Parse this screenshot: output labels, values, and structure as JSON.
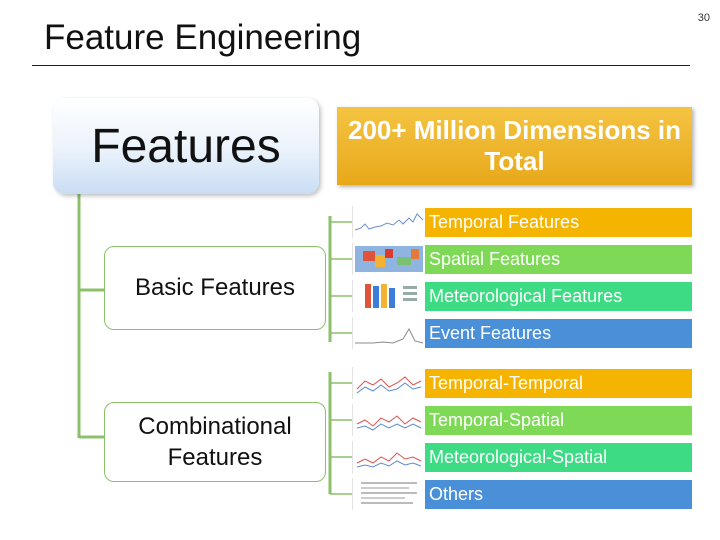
{
  "header": {
    "title": "Feature Engineering",
    "page_number": "30"
  },
  "top": {
    "features_label": "Features",
    "dimensions_text": "200+ Million Dimensions in Total"
  },
  "groups": [
    {
      "label": "Basic Features",
      "items": [
        {
          "label": "Temporal Features",
          "color": "#f4b400",
          "icon": "line-chart-thumbnail"
        },
        {
          "label": "Spatial Features",
          "color": "#7ed957",
          "icon": "heatmap-thumbnail"
        },
        {
          "label": "Meteorological Features",
          "color": "#3ddc84",
          "icon": "bar-chart-thumbnail"
        },
        {
          "label": "Event Features",
          "color": "#4a90d9",
          "icon": "line-chart-thumbnail"
        }
      ]
    },
    {
      "label": "Combinational Features",
      "items": [
        {
          "label": "Temporal-Temporal",
          "color": "#f4b400",
          "icon": "line-chart-thumbnail"
        },
        {
          "label": "Temporal-Spatial",
          "color": "#7ed957",
          "icon": "line-chart-thumbnail"
        },
        {
          "label": "Meteorological-Spatial",
          "color": "#3ddc84",
          "icon": "line-chart-thumbnail"
        },
        {
          "label": "Others",
          "color": "#4a90d9",
          "icon": "table-thumbnail"
        }
      ]
    }
  ],
  "connector_color": "#8dc06a",
  "accent_color": "#e8a81a"
}
